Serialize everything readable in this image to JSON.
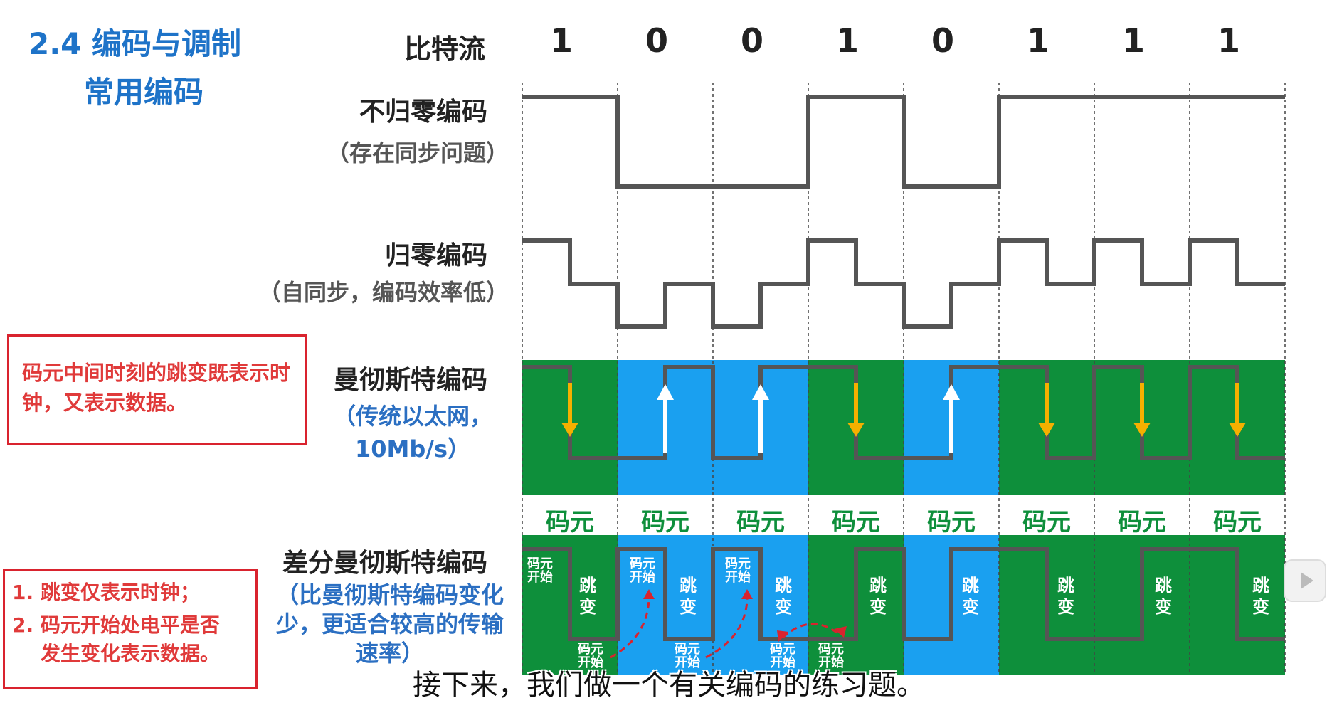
{
  "header": {
    "title": "2.4 编码与调制",
    "subtitle": "常用编码"
  },
  "bitstream": {
    "label": "比特流",
    "bits": [
      "1",
      "0",
      "0",
      "1",
      "0",
      "1",
      "1",
      "1"
    ]
  },
  "rows": {
    "nrz": {
      "title": "不归零编码",
      "note": "（存在同步问题）"
    },
    "rz": {
      "title": "归零编码",
      "note": "（自同步，编码效率低）"
    },
    "manchester": {
      "title": "曼彻斯特编码",
      "note_line1": "（传统以太网，",
      "note_line2": "10Mb/s）"
    },
    "diff_manchester": {
      "title": "差分曼彻斯特编码",
      "note": "（比曼彻斯特编码变化少，更适合较高的传输速率）"
    }
  },
  "unit_label": "码元",
  "annotations": {
    "box1_text": "码元中间时刻的跳变既表示时钟，又表示数据。",
    "box2_line1": "1. 跳变仅表示时钟；",
    "box2_line2": "2. 码元开始处电平是否",
    "box2_line3": "发生变化表示数据。",
    "jump_label": "跳变",
    "unit_start_label": "码元开始"
  },
  "caption": "接下来，我们做一个有关编码的练习题。",
  "colors": {
    "title_blue": "#1e73c8",
    "green": "#0e8f3b",
    "blue": "#1aa0f0",
    "signal": "#555555",
    "red": "#d9232e",
    "yellow_arrow": "#f5b000"
  }
}
